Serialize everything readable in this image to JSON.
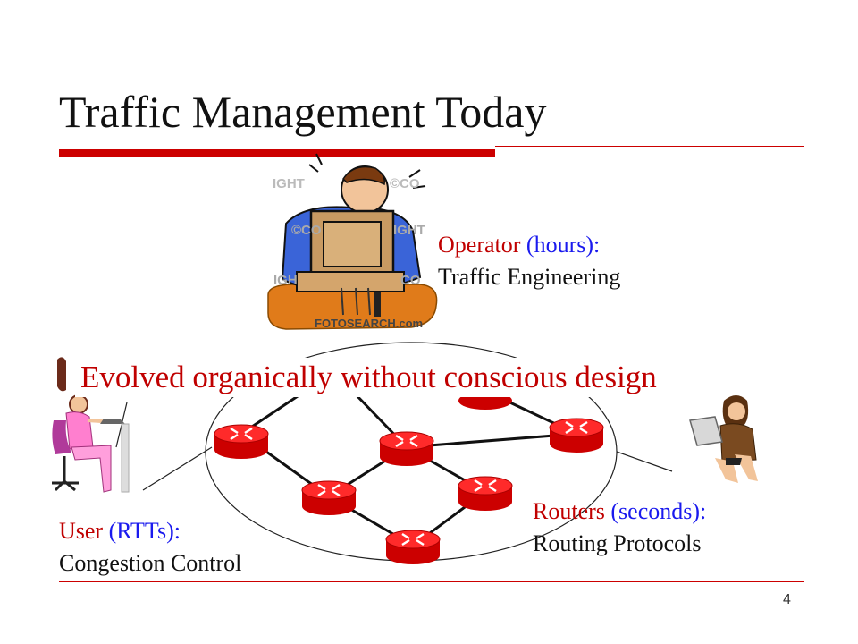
{
  "slide": {
    "title": "Traffic Management Today",
    "page_number": "4",
    "banner": "Evolved organically without conscious design"
  },
  "operator": {
    "role": "Operator",
    "timescale": "(hours):",
    "task": "Traffic Engineering"
  },
  "user": {
    "role": "User",
    "timescale": "(RTTs):",
    "task": "Congestion Control"
  },
  "routers": {
    "role": "Routers",
    "timescale": "(seconds):",
    "task": "Routing Protocols"
  },
  "clipart_watermark": {
    "texts": [
      "IGHT",
      "©CO",
      "©CO",
      "IGHT",
      "IGH",
      "CO",
      "FOTOSEARCH.com"
    ]
  },
  "colors": {
    "accent": "#cc0000",
    "label_red": "#c00000",
    "label_blue": "#1a1aee",
    "router": "#ee1111"
  }
}
